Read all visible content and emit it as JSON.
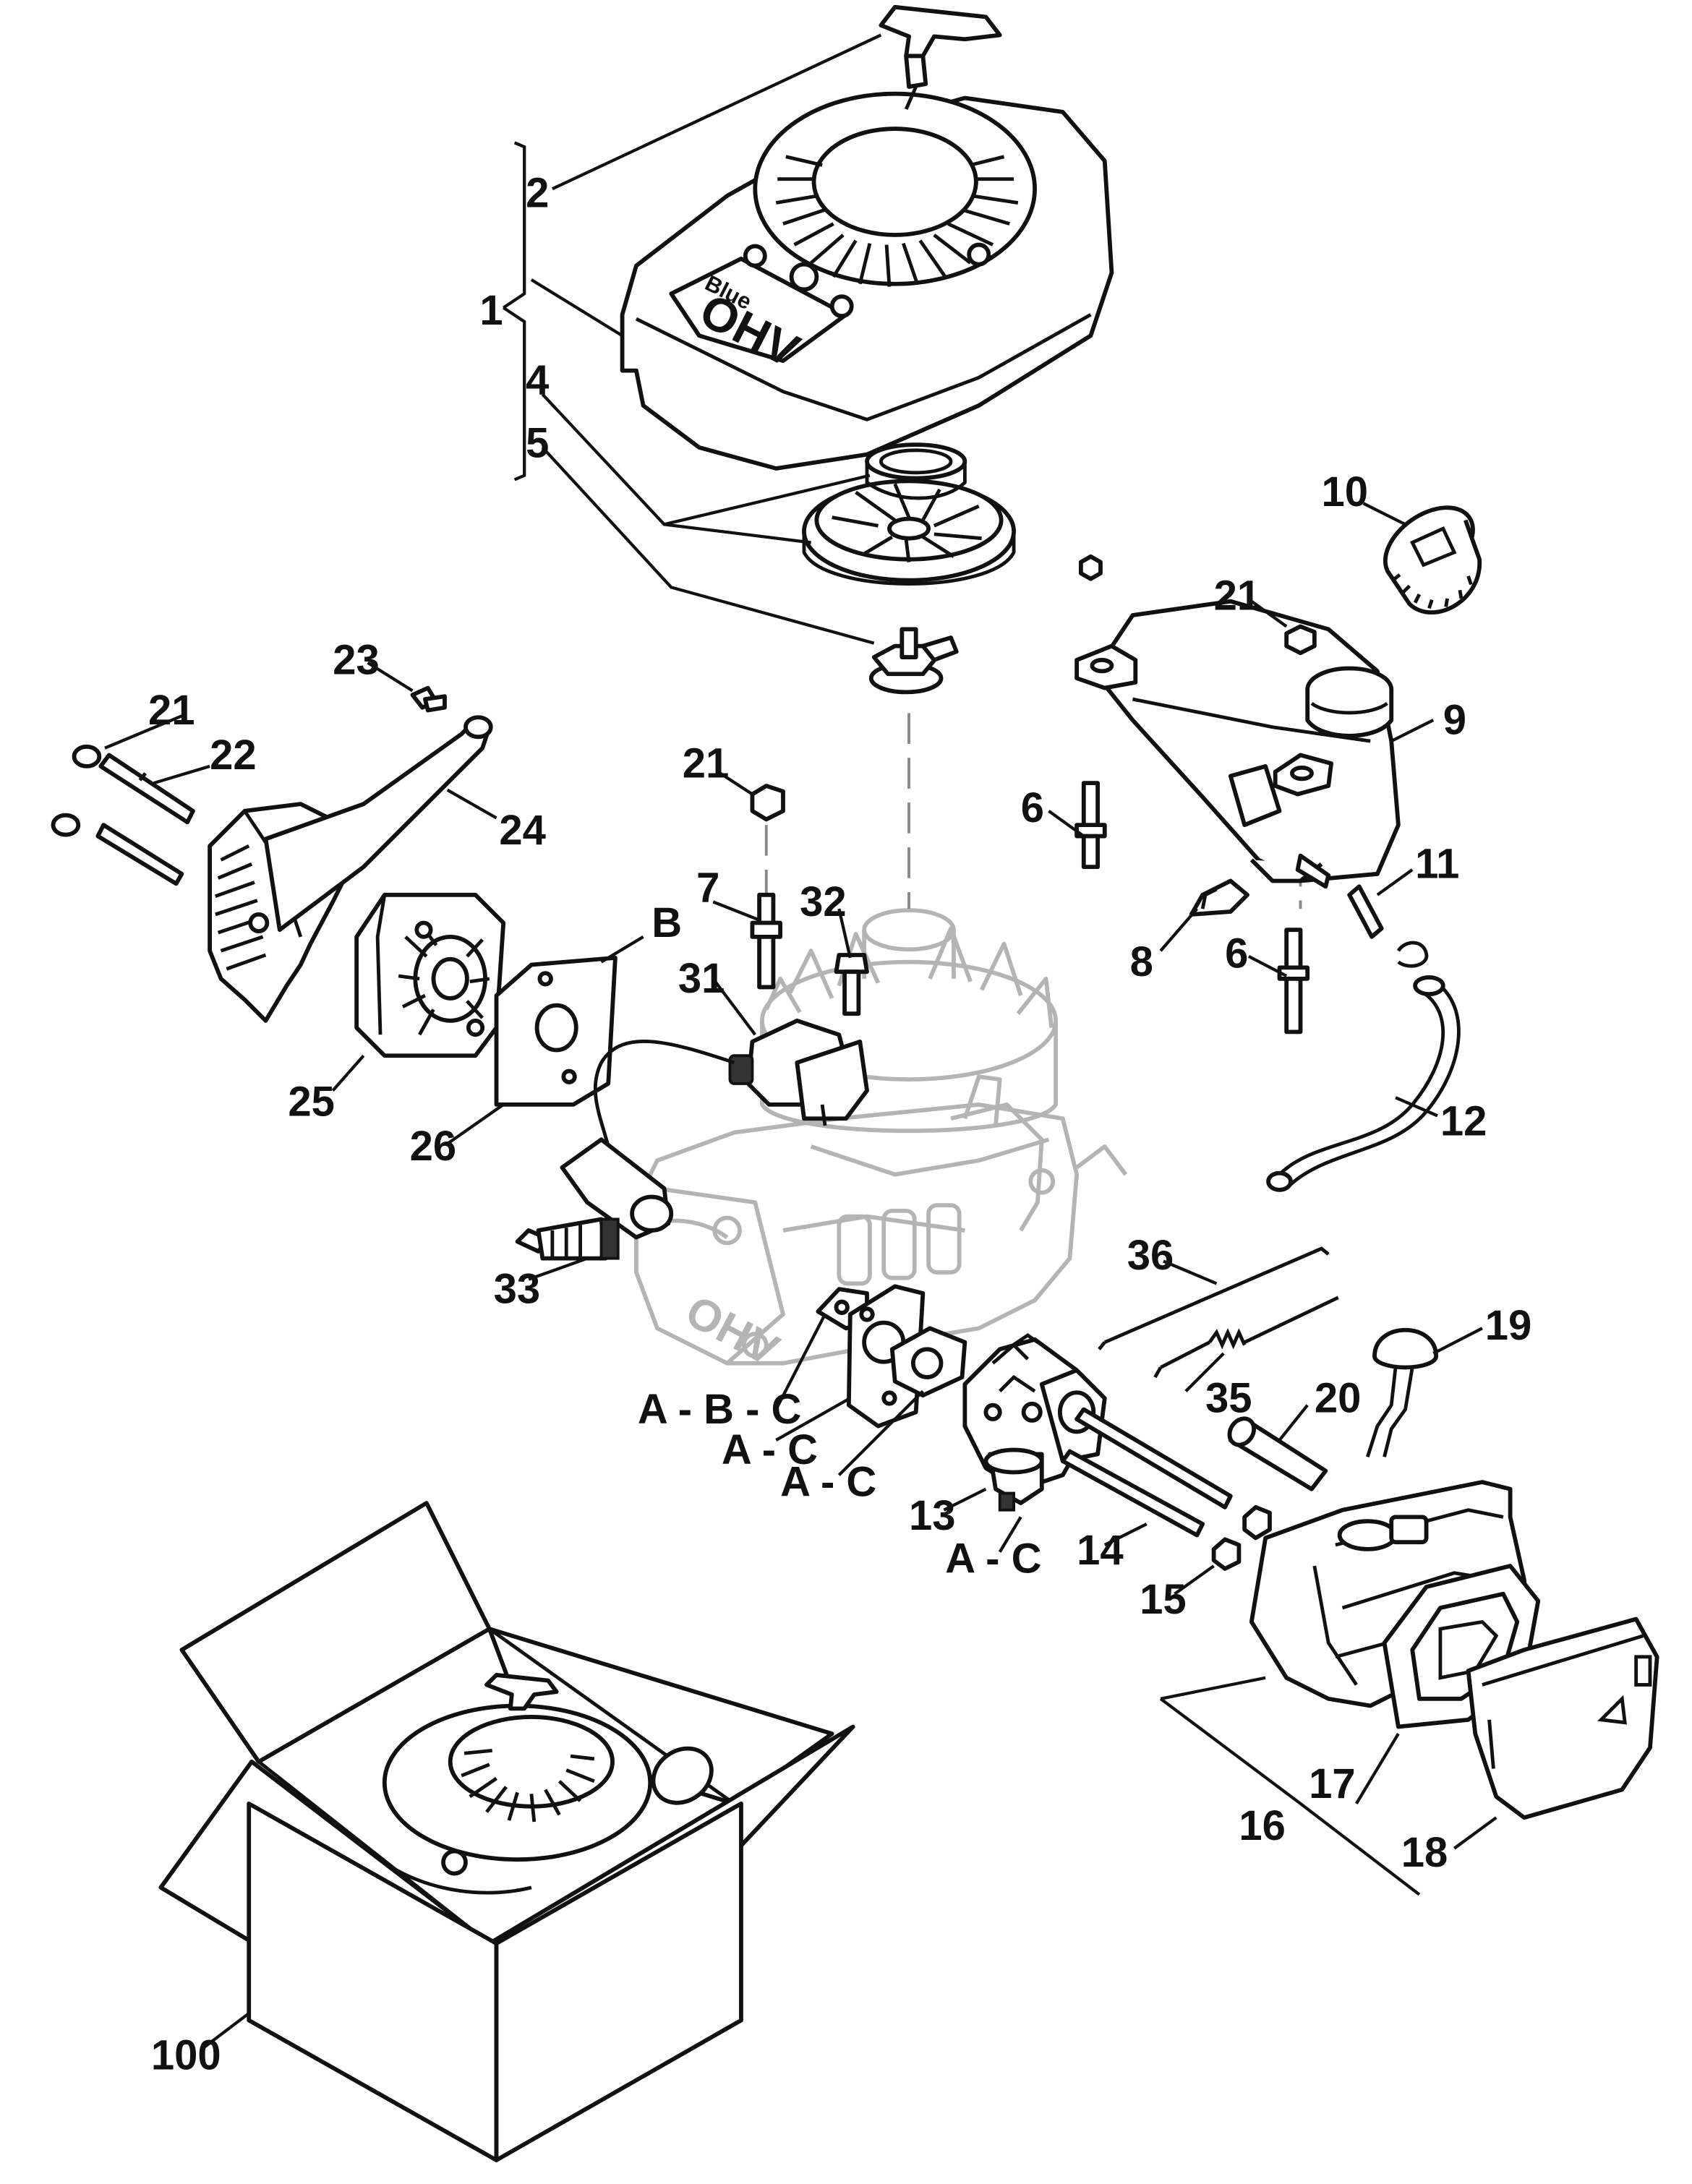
{
  "logo": {
    "brand": "Blue",
    "model": "OHV",
    "engine_model": "OHV"
  },
  "callouts": [
    {
      "id": "c1",
      "text": "1"
    },
    {
      "id": "c2",
      "text": "2"
    },
    {
      "id": "c4",
      "text": "4"
    },
    {
      "id": "c5",
      "text": "5"
    },
    {
      "id": "c10",
      "text": "10"
    },
    {
      "id": "c21a",
      "text": "21"
    },
    {
      "id": "c9",
      "text": "9"
    },
    {
      "id": "c23",
      "text": "23"
    },
    {
      "id": "c21b",
      "text": "21"
    },
    {
      "id": "c22",
      "text": "22"
    },
    {
      "id": "c24",
      "text": "24"
    },
    {
      "id": "c21c",
      "text": "21"
    },
    {
      "id": "c6a",
      "text": "6"
    },
    {
      "id": "c11",
      "text": "11"
    },
    {
      "id": "c7",
      "text": "7"
    },
    {
      "id": "c32",
      "text": "32"
    },
    {
      "id": "cB",
      "text": "B"
    },
    {
      "id": "c8",
      "text": "8"
    },
    {
      "id": "c6b",
      "text": "6"
    },
    {
      "id": "c31",
      "text": "31"
    },
    {
      "id": "c25",
      "text": "25"
    },
    {
      "id": "c26",
      "text": "26"
    },
    {
      "id": "c12",
      "text": "12"
    },
    {
      "id": "c33",
      "text": "33"
    },
    {
      "id": "c36",
      "text": "36"
    },
    {
      "id": "c19",
      "text": "19"
    },
    {
      "id": "c35",
      "text": "35"
    },
    {
      "id": "c20",
      "text": "20"
    },
    {
      "id": "cABC",
      "text": "A - B - C"
    },
    {
      "id": "cAC1",
      "text": "A - C"
    },
    {
      "id": "cAC2",
      "text": "A - C"
    },
    {
      "id": "c13",
      "text": "13"
    },
    {
      "id": "cAC3",
      "text": "A - C"
    },
    {
      "id": "c14",
      "text": "14"
    },
    {
      "id": "c15",
      "text": "15"
    },
    {
      "id": "c17",
      "text": "17"
    },
    {
      "id": "c16",
      "text": "16"
    },
    {
      "id": "c18",
      "text": "18"
    },
    {
      "id": "c100",
      "text": "100"
    }
  ]
}
